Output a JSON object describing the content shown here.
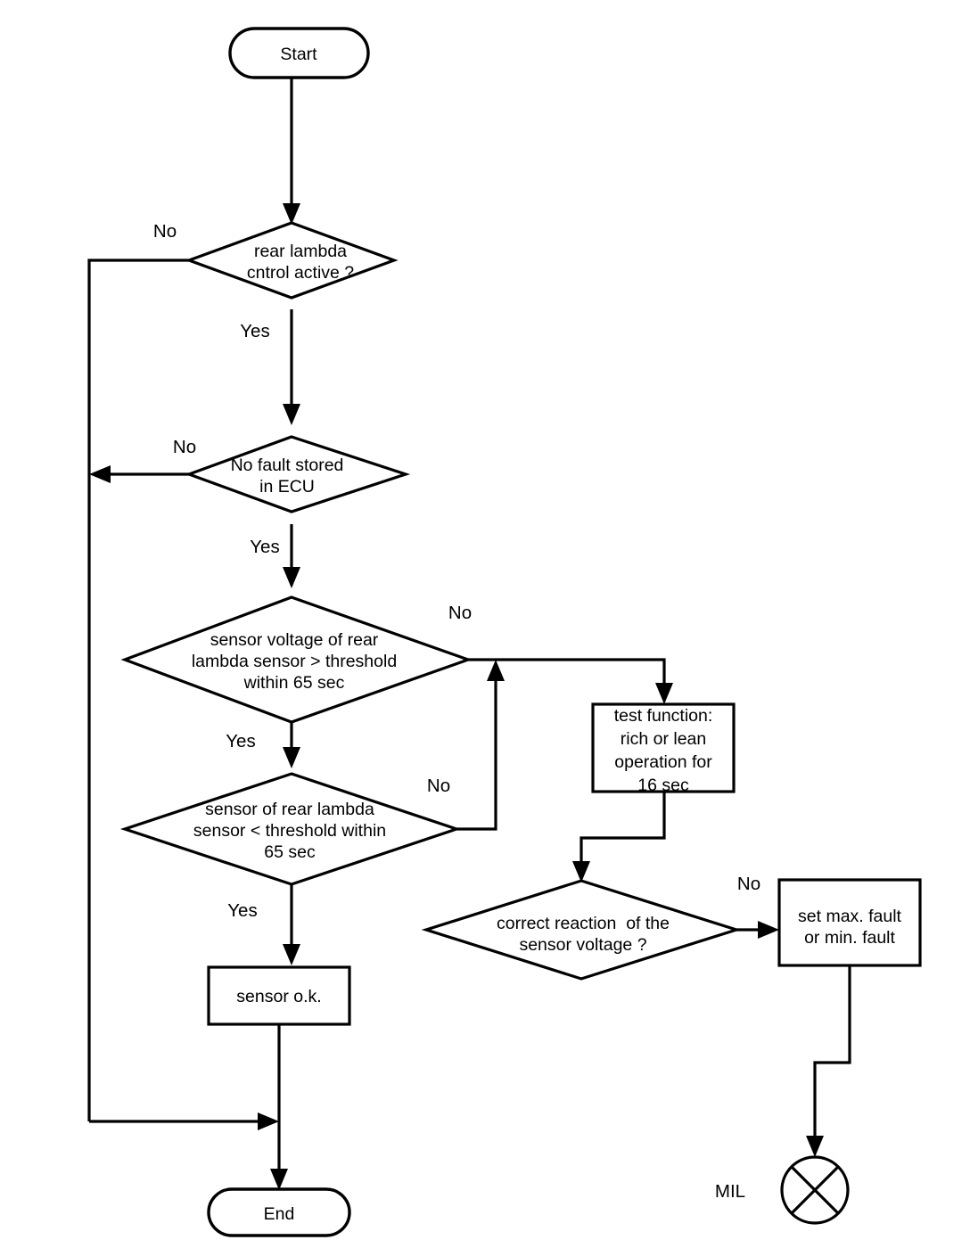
{
  "diagram": {
    "type": "flowchart",
    "title": "Rear lambda sensor diagnostic flowchart",
    "colors": {
      "background": "#ffffff",
      "stroke": "#000000",
      "text": "#000000"
    },
    "nodes": {
      "start": {
        "shape": "terminator",
        "label": "Start"
      },
      "decision_control_active": {
        "shape": "decision",
        "lines": [
          "rear lambda",
          "cntrol active ?"
        ]
      },
      "decision_no_fault": {
        "shape": "decision",
        "lines": [
          "No fault stored",
          "in ECU"
        ]
      },
      "decision_voltage_above": {
        "shape": "decision",
        "lines": [
          "sensor voltage of rear",
          "lambda sensor > threshold",
          "within 65 sec"
        ]
      },
      "decision_voltage_below": {
        "shape": "decision",
        "lines": [
          "sensor of rear lambda",
          "sensor < threshold within",
          "65 sec"
        ]
      },
      "process_test_function": {
        "shape": "process",
        "lines": [
          "test function:",
          "rich or lean",
          "operation for",
          "16 sec"
        ]
      },
      "decision_correct_reaction": {
        "shape": "decision",
        "lines": [
          "correct reaction  of the",
          "sensor voltage ?"
        ]
      },
      "process_set_fault": {
        "shape": "process",
        "lines": [
          "set max. fault",
          "or min. fault"
        ]
      },
      "process_sensor_ok": {
        "shape": "process",
        "lines": [
          "sensor o.k."
        ]
      },
      "mil_indicator": {
        "shape": "circle-cross",
        "label": "MIL"
      },
      "end": {
        "shape": "terminator",
        "label": "End"
      }
    },
    "branch_labels": {
      "control_active_no": "No",
      "control_active_yes": "Yes",
      "no_fault_no": "No",
      "no_fault_yes": "Yes",
      "voltage_above_no": "No",
      "voltage_above_yes": "Yes",
      "voltage_below_no": "No",
      "voltage_below_yes": "Yes",
      "correct_reaction_no": "No"
    }
  }
}
